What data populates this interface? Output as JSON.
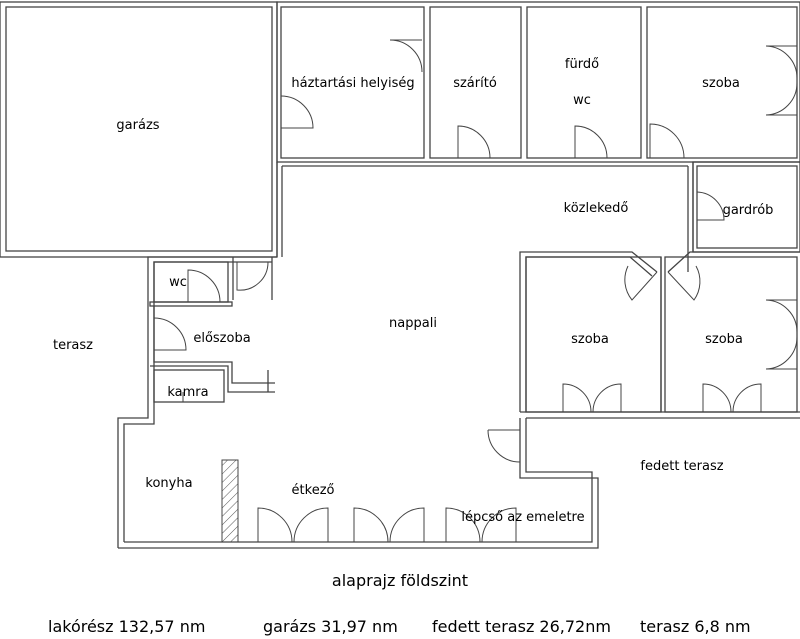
{
  "rooms": {
    "garazs": "garázs",
    "haztartasi": "háztartási helyiség",
    "szarito": "szárító",
    "furdo": "fürdő",
    "furdo_wc": "wc",
    "szoba_ne": "szoba",
    "kozlekedo": "közlekedő",
    "gardrob": "gardrób",
    "wc": "wc",
    "eloszoba": "előszoba",
    "terasz": "terasz",
    "kamra": "kamra",
    "nappali": "nappali",
    "szoba_mid": "szoba",
    "szoba_east": "szoba",
    "konyha": "konyha",
    "etkezo": "étkező",
    "fedett_terasz": "fedett terasz",
    "lepcso": "lépcső az emeletre"
  },
  "caption": "alaprajz földszint",
  "areas": {
    "lakoresz": "lakórész 132,57 nm",
    "garazs": "garázs 31,97 nm",
    "fedett_terasz": "fedett terasz 26,72nm",
    "terasz": "terasz 6,8 nm"
  }
}
